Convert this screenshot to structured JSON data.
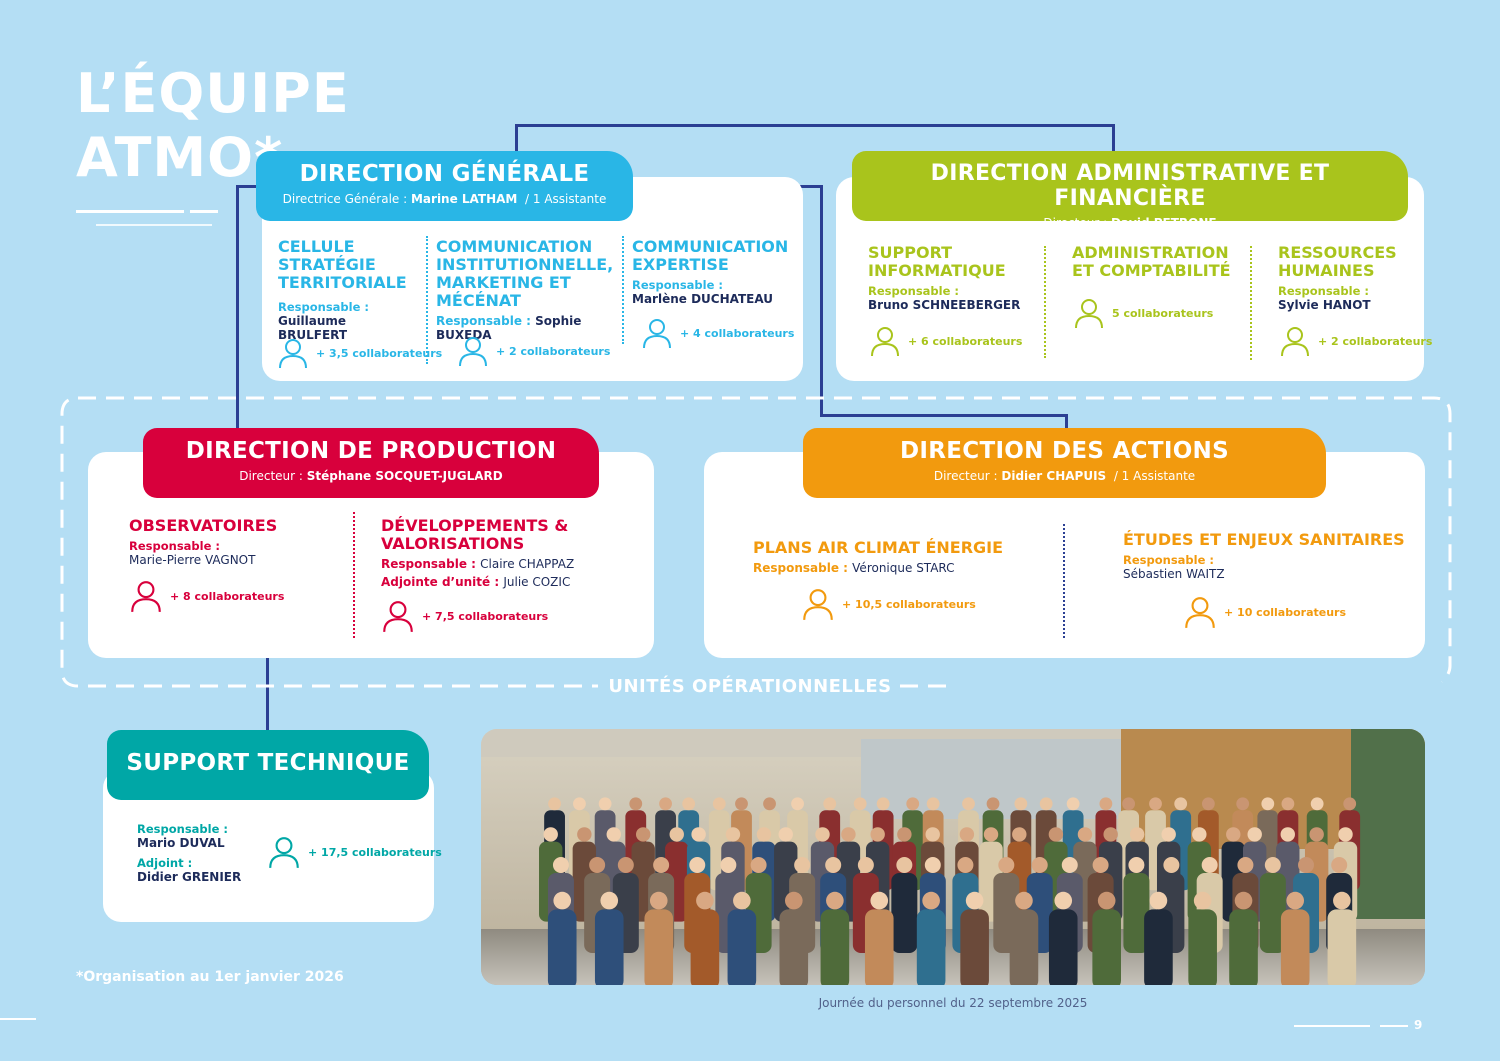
{
  "page": {
    "title_line1": "L’ÉQUIPE",
    "title_line2": "ATMO*",
    "footnote": "*Organisation au 1er janvier 2026",
    "photo_caption": "Journée du personnel du 22 septembre 2025",
    "page_number": "9",
    "operational_label": "UNITÉS OPÉRATIONNELLES"
  },
  "colors": {
    "background": "#b4def4",
    "direction_generale": "#29b6e6",
    "direction_admin": "#a9c41c",
    "direction_production": "#d8003c",
    "direction_actions": "#f29a0e",
    "support_technique": "#00a7a6",
    "connector": "#2b3f93"
  },
  "dg": {
    "title": "DIRECTION GÉNÉRALE",
    "role": "Directrice Générale :",
    "name": "Marine LATHAM",
    "extra": "/ 1 Assistante",
    "units": [
      {
        "name": "CELLULE STRATÉGIE TERRITORIALE",
        "label": "Responsable :",
        "person": "Guillaume BRULFERT",
        "coll": "+ 3,5 collaborateurs"
      },
      {
        "name": "COMMUNICATION INSTITUTIONNELLE, MARKETING ET MÉCÉNAT",
        "label": "Responsable :",
        "person": "Sophie BUXEDA",
        "coll": "+ 2 collaborateurs"
      },
      {
        "name": "COMMUNICATION EXPERTISE",
        "label": "Responsable :",
        "person": "Marlène DUCHATEAU",
        "coll": "+ 4 collaborateurs"
      }
    ]
  },
  "daf": {
    "title": "DIRECTION ADMINISTRATIVE ET FINANCIÈRE",
    "role": "Directeur :",
    "name": "David PETRONE",
    "units": [
      {
        "name": "SUPPORT INFORMATIQUE",
        "label": "Responsable :",
        "person": "Bruno SCHNEEBERGER",
        "coll": "+ 6 collaborateurs"
      },
      {
        "name": "ADMINISTRATION ET COMPTABILITÉ",
        "coll": "5 collaborateurs"
      },
      {
        "name": "RESSOURCES HUMAINES",
        "label": "Responsable :",
        "person": "Sylvie HANOT",
        "coll": "+ 2 collaborateurs"
      }
    ]
  },
  "dp": {
    "title": "DIRECTION DE PRODUCTION",
    "role": "Directeur :",
    "name": "Stéphane SOCQUET-JUGLARD",
    "units": [
      {
        "name": "OBSERVATOIRES",
        "label": "Responsable :",
        "person": "Marie-Pierre VAGNOT",
        "coll": "+ 8 collaborateurs"
      },
      {
        "name": "DÉVELOPPEMENTS & VALORISATIONS",
        "label": "Responsable :",
        "person": "Claire CHAPPAZ",
        "label2": "Adjointe d’unité :",
        "person2": "Julie COZIC",
        "coll": "+ 7,5 collaborateurs"
      }
    ]
  },
  "da": {
    "title": "DIRECTION DES ACTIONS",
    "role": "Directeur :",
    "name": "Didier CHAPUIS",
    "extra": "/ 1 Assistante",
    "units": [
      {
        "name": "PLANS AIR CLIMAT ÉNERGIE",
        "label": "Responsable :",
        "person": "Véronique STARC",
        "coll": "+ 10,5 collaborateurs"
      },
      {
        "name": "ÉTUDES ET ENJEUX SANITAIRES",
        "label": "Responsable :",
        "person": "Sébastien WAITZ",
        "coll": "+ 10 collaborateurs"
      }
    ]
  },
  "st": {
    "title": "SUPPORT TECHNIQUE",
    "label": "Responsable :",
    "person": "Mario DUVAL",
    "label2": "Adjoint :",
    "person2": "Didier GRENIER",
    "coll": "+ 17,5 collaborateurs"
  }
}
